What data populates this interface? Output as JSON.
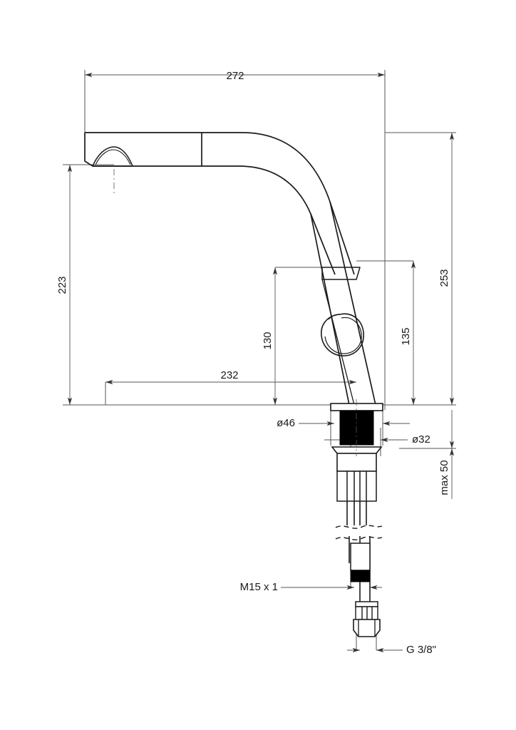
{
  "drawing": {
    "title": "Kitchen mixer tap dimensional drawing",
    "type": "technical-dimension-drawing",
    "units": "mm",
    "line_color": "#1a1a1a",
    "dimension_line_color": "#555555",
    "fill_color": "#000000",
    "background": "#ffffff"
  },
  "dimensions": {
    "spout_reach_total": "272",
    "spout_height": "223",
    "overall_height": "253",
    "projection": "232",
    "body_height": "130",
    "handle_height": "135",
    "base_diameter": "ø46",
    "shank_diameter": "ø32",
    "max_thickness": "max 50",
    "thread_shank": "M15 x 1",
    "thread_supply": "G 3/8\""
  },
  "labels": [
    {
      "id": "dim-272",
      "text": "272",
      "orientation": "horizontal"
    },
    {
      "id": "dim-223",
      "text": "223",
      "orientation": "vertical"
    },
    {
      "id": "dim-253",
      "text": "253",
      "orientation": "vertical"
    },
    {
      "id": "dim-232",
      "text": "232",
      "orientation": "horizontal"
    },
    {
      "id": "dim-130",
      "text": "130",
      "orientation": "vertical"
    },
    {
      "id": "dim-135",
      "text": "135",
      "orientation": "vertical"
    },
    {
      "id": "dim-d46",
      "text": "ø46",
      "orientation": "horizontal"
    },
    {
      "id": "dim-d32",
      "text": "ø32",
      "orientation": "horizontal"
    },
    {
      "id": "dim-max50",
      "text": "max 50",
      "orientation": "vertical"
    },
    {
      "id": "dim-m15",
      "text": "M15 x 1",
      "orientation": "horizontal"
    },
    {
      "id": "dim-g38",
      "text": "G 3/8\"",
      "orientation": "horizontal"
    }
  ]
}
